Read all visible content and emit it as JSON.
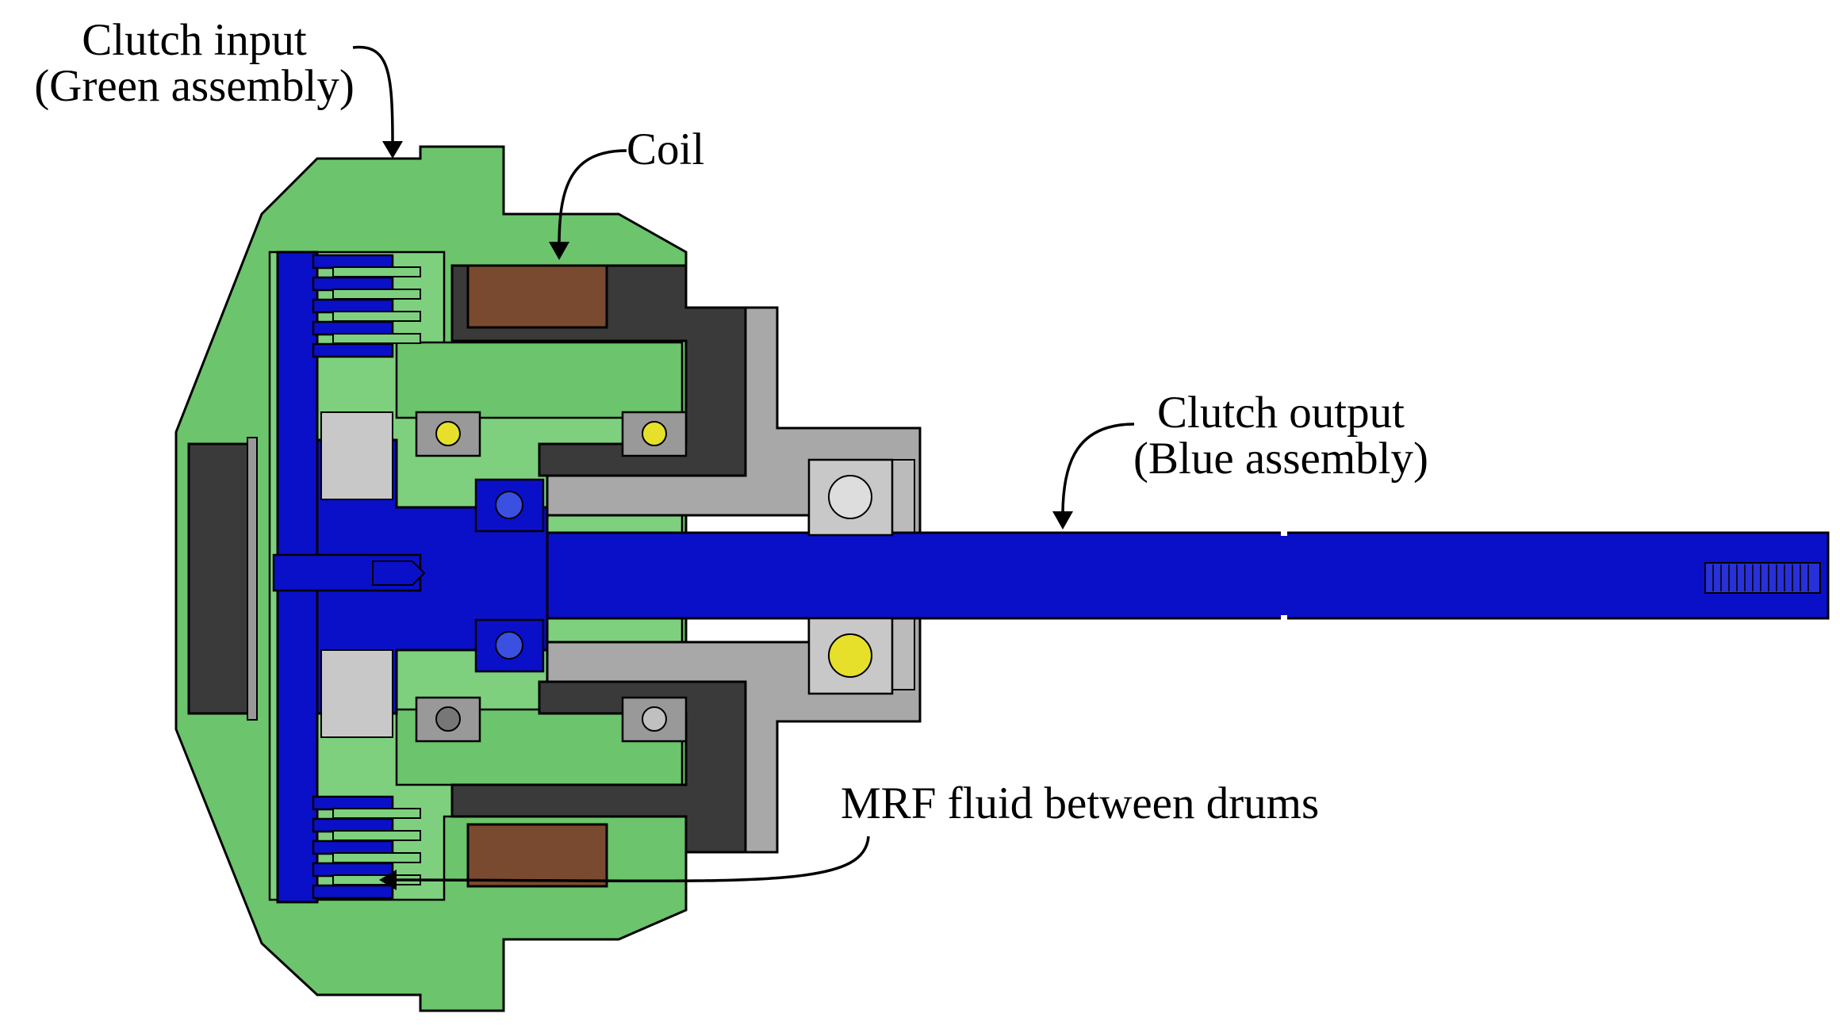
{
  "labels": {
    "clutch_input_line1": "Clutch input",
    "clutch_input_line2": "(Green assembly)",
    "coil": "Coil",
    "clutch_output_line1": "Clutch output",
    "clutch_output_line2": "(Blue assembly)",
    "mrf": "MRF fluid between drums"
  },
  "colors": {
    "green_assembly": "#6cc46c",
    "blue_assembly": "#0a10c8",
    "coil": "#7a4a30",
    "housing_dark": "#3a3a3a",
    "housing_grey": "#a8a8a8",
    "bearing_ball_yellow": "#e6e02a",
    "outline": "#000000"
  }
}
